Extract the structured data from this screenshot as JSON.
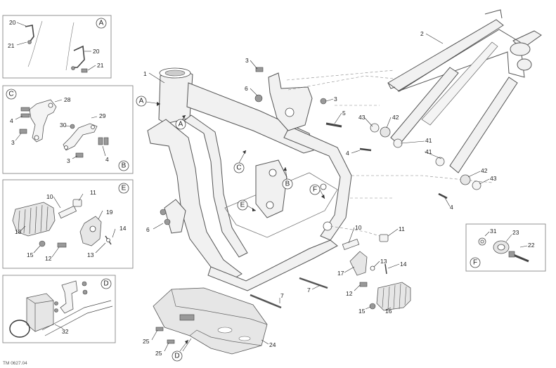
{
  "drawing_code": "TM 0627.04",
  "detail_labels": {
    "A": "A",
    "B": "B",
    "C": "C",
    "D": "D",
    "E": "E",
    "F": "F"
  },
  "callouts": {
    "c1": "1",
    "c2": "2",
    "c3a": "3",
    "c3b": "3",
    "c4a": "4",
    "c4b": "4",
    "c5": "5",
    "c6a": "6",
    "c6b": "6",
    "c7a": "7",
    "c7b": "7",
    "c10": "10",
    "c11": "11",
    "c12": "12",
    "c13": "13",
    "c14": "14",
    "c15": "15",
    "c16": "16",
    "c17": "17",
    "c24": "24",
    "c25a": "25",
    "c25b": "25",
    "c41a": "41",
    "c41b": "41",
    "c42a": "42",
    "c42b": "42",
    "c43a": "43",
    "c43b": "43",
    "inA_20a": "20",
    "inA_21a": "21",
    "inA_20b": "20",
    "inA_21b": "21",
    "inC_28": "28",
    "inC_4a": "4",
    "inC_3a": "3",
    "inC_30": "30",
    "inC_29": "29",
    "inC_3b": "3",
    "inC_4b": "4",
    "inE_10": "10",
    "inE_11": "11",
    "inE_19": "19",
    "inE_18": "18",
    "inE_14": "14",
    "inE_15": "15",
    "inE_13": "13",
    "inE_12": "12",
    "inD_32": "32",
    "inF_31": "31",
    "inF_23": "23",
    "inF_22": "22"
  }
}
